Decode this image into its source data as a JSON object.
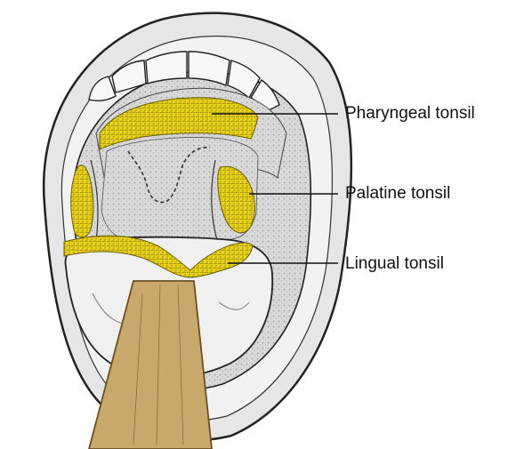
{
  "labels": {
    "pharyngeal": "Pharyngeal tonsil",
    "palatine": "Palatine tonsil",
    "lingual": "Lingual tonsil"
  },
  "colors": {
    "tonsil_fill": "#e8d21c",
    "tonsil_shade": "#7a6a08",
    "tissue_fill": "#dcdcdc",
    "mucosa": "#cfcfcf",
    "lip_fill": "#e6e6e6",
    "outline": "#222222",
    "tongue_fill": "#f0f0f0",
    "depressor_fill": "#c9a86c",
    "depressor_edge": "#6b4f22",
    "teeth_fill": "#f7f7f7",
    "leader_line": "#111111"
  }
}
